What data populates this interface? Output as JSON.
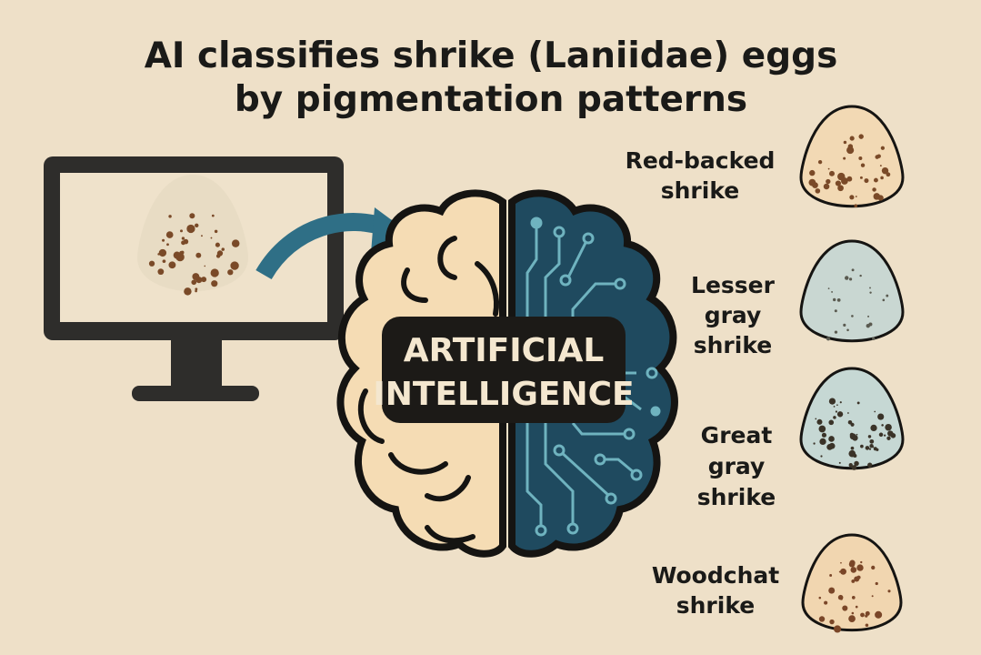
{
  "title": {
    "line1": "AI classifies shrike (Laniidae) eggs",
    "line2": "by pigmentation patterns"
  },
  "brain_label": {
    "line1": "ARTIFICIAL",
    "line2": "INTELLIGENCE"
  },
  "species": [
    {
      "lines": [
        "Red-backed",
        "shrike"
      ],
      "egg_color": "#f2d9b4",
      "spot_color": "#7a4a28"
    },
    {
      "lines": [
        "Lesser",
        "gray",
        "shrike"
      ],
      "egg_color": "#c9d7d2",
      "spot_color": "#5a5a50"
    },
    {
      "lines": [
        "Great",
        "gray",
        "shrike"
      ],
      "egg_color": "#c6d8d4",
      "spot_color": "#3a3328"
    },
    {
      "lines": [
        "Woodchat",
        "shrike"
      ],
      "egg_color": "#f1d6b0",
      "spot_color": "#7a4628"
    }
  ],
  "colors": {
    "background": "#eee0c8",
    "brain_left": "#f5dcb4",
    "brain_right": "#1f4a5f",
    "circuit": "#6fb3bf",
    "arrow": "#2f6f86",
    "monitor": "#2e2d2b"
  }
}
